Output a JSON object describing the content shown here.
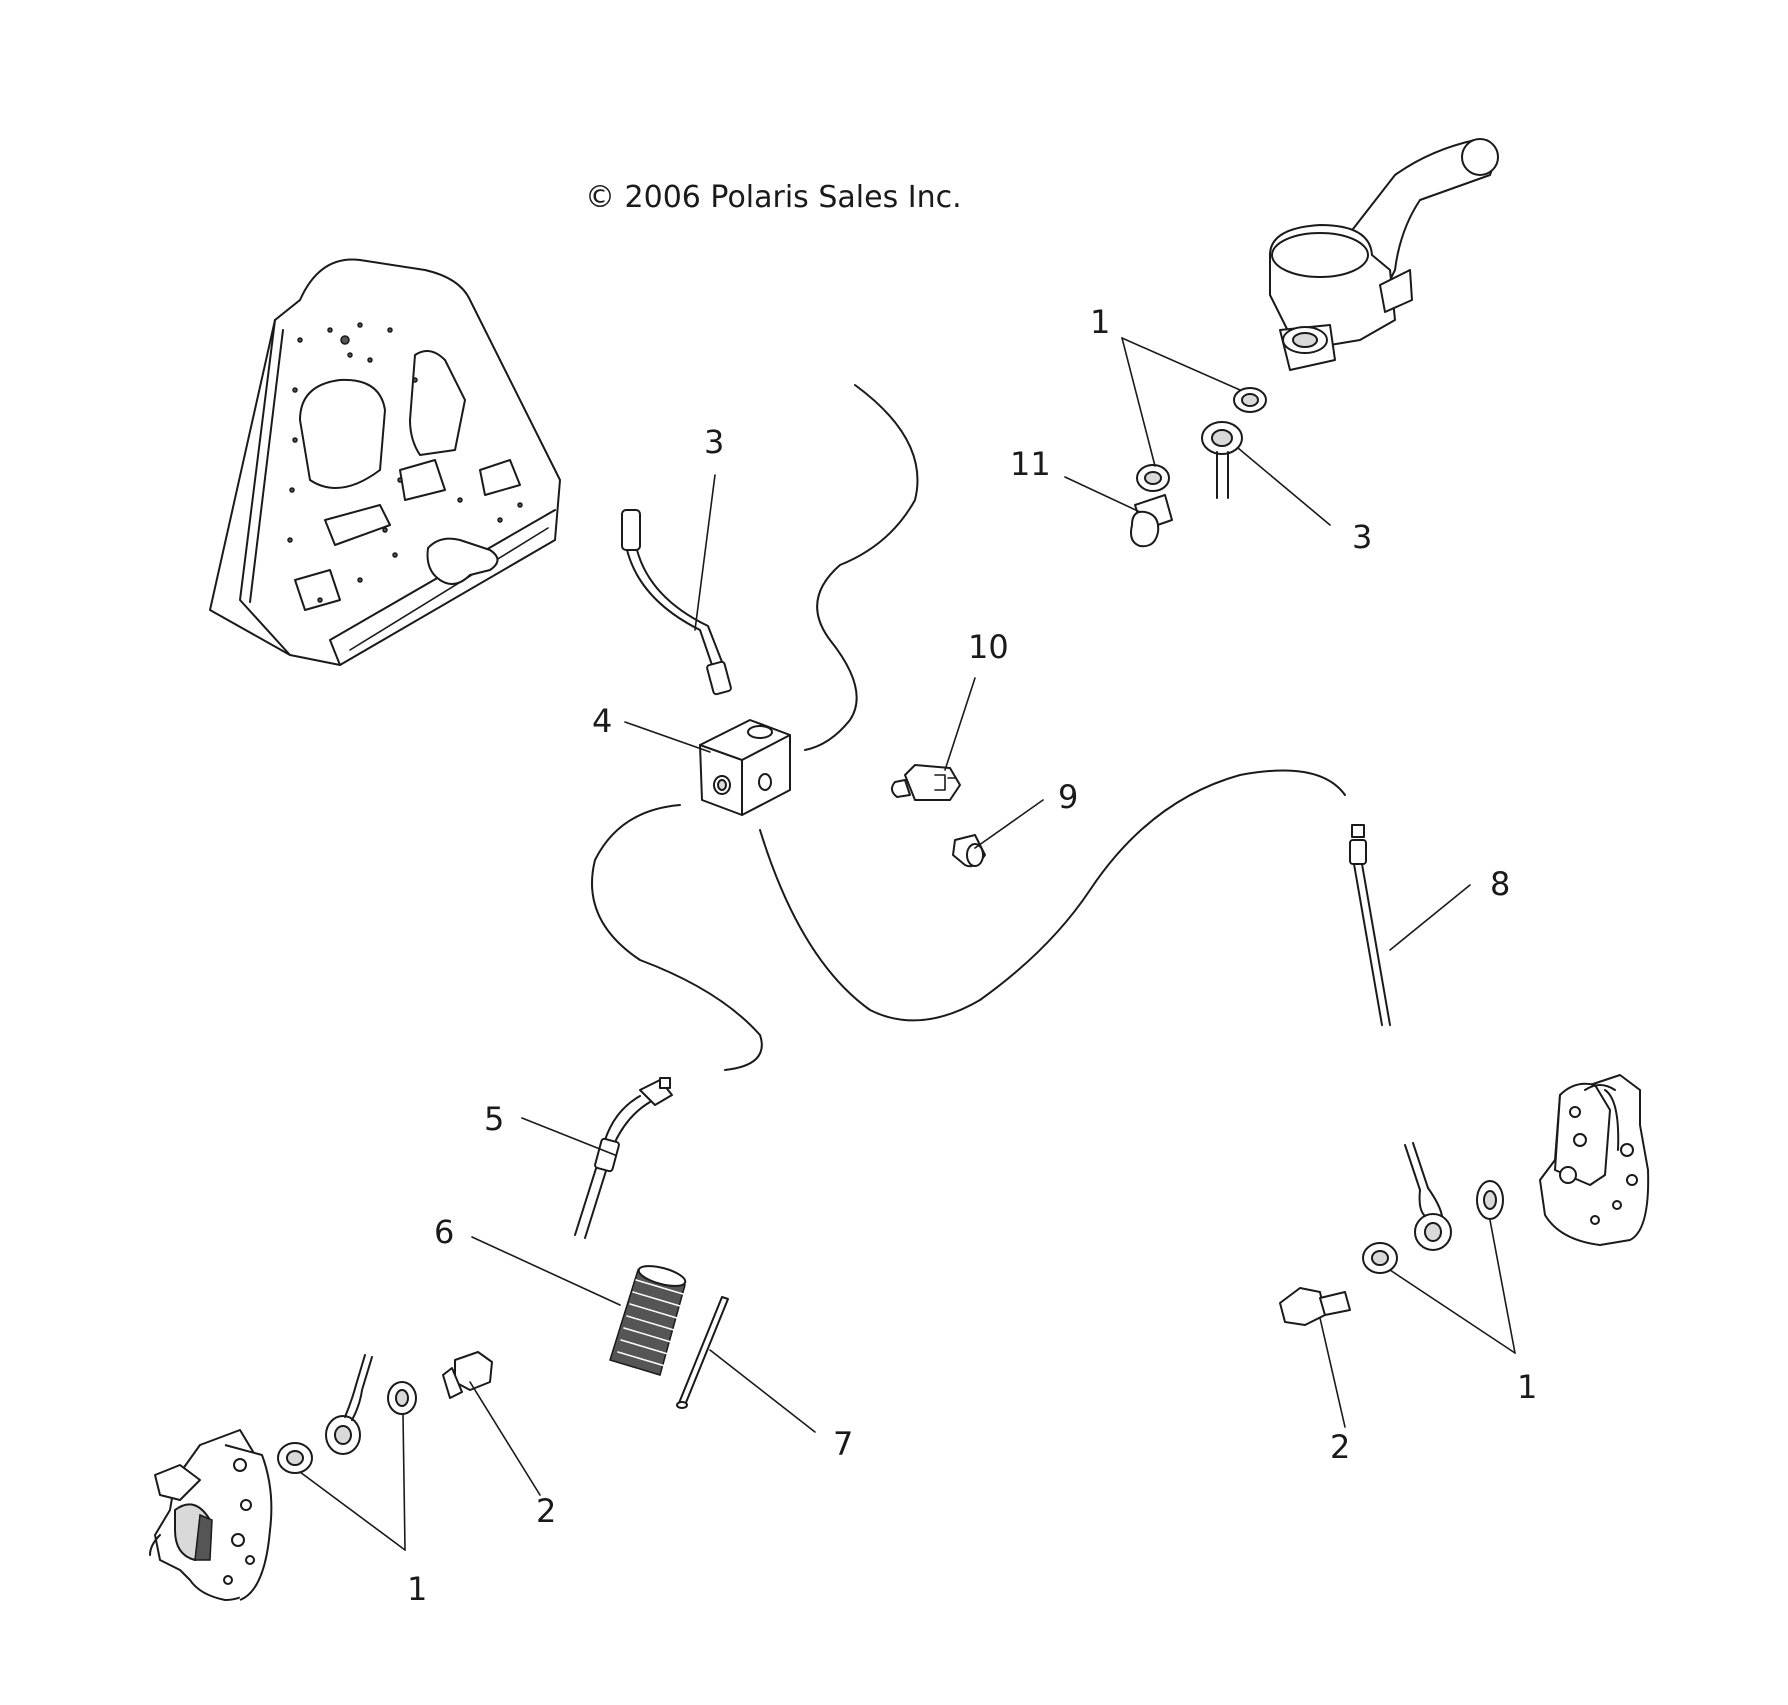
{
  "copyright": "© 2006 Polaris Sales Inc.",
  "callouts": {
    "c1a": "1",
    "c11": "11",
    "c3a": "3",
    "c3b": "3",
    "c10": "10",
    "c4": "4",
    "c9": "9",
    "c8": "8",
    "c5": "5",
    "c6": "6",
    "c7": "7",
    "c2a": "2",
    "c1b": "1",
    "c2b": "2",
    "c1c": "1"
  }
}
